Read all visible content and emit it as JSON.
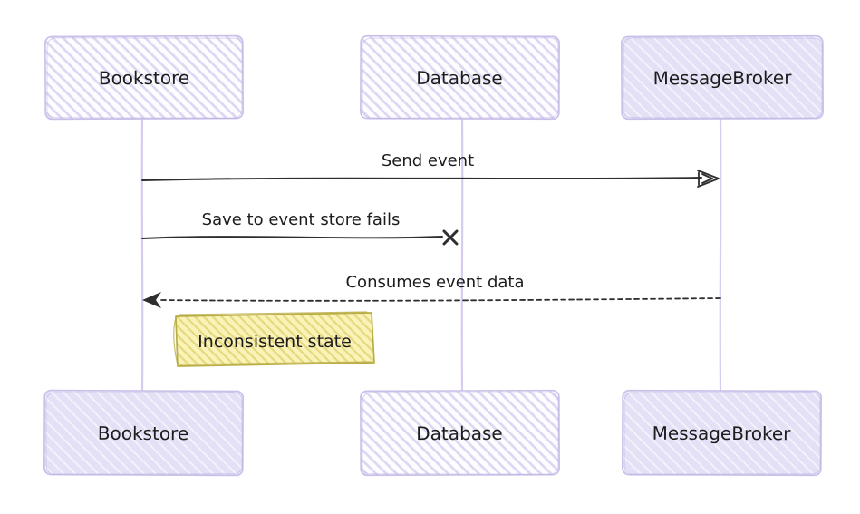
{
  "diagram_type": "sequence-diagram (hand-drawn style)",
  "colors": {
    "ink": "#2e2e2e",
    "text": "#1c1c1c",
    "box_border": "#c9bfe8",
    "box_hatch": "#ddd6f2",
    "box_fill_light": "#fdfcff",
    "box_fill_dense": "#e4e1f6",
    "lifeline": "#d7cbee",
    "note_fill": "#faf3b8",
    "note_hatch": "#e5d87f",
    "note_border": "#b9ad45"
  },
  "actors": [
    {
      "label": "Bookstore"
    },
    {
      "label": "Database"
    },
    {
      "label": "MessageBroker"
    }
  ],
  "messages": [
    {
      "label": "Send event",
      "from": "Bookstore",
      "to": "MessageBroker",
      "line": "solid",
      "arrowhead": "open-arrow"
    },
    {
      "label": "Save to event store fails",
      "from": "Bookstore",
      "to": "Database",
      "line": "solid",
      "arrowhead": "cross"
    },
    {
      "label": "Consumes event data",
      "from": "MessageBroker",
      "to": "Bookstore",
      "line": "dashed",
      "arrowhead": "filled-arrow"
    }
  ],
  "notes": [
    {
      "label": "Inconsistent state",
      "anchor": "Bookstore"
    }
  ]
}
